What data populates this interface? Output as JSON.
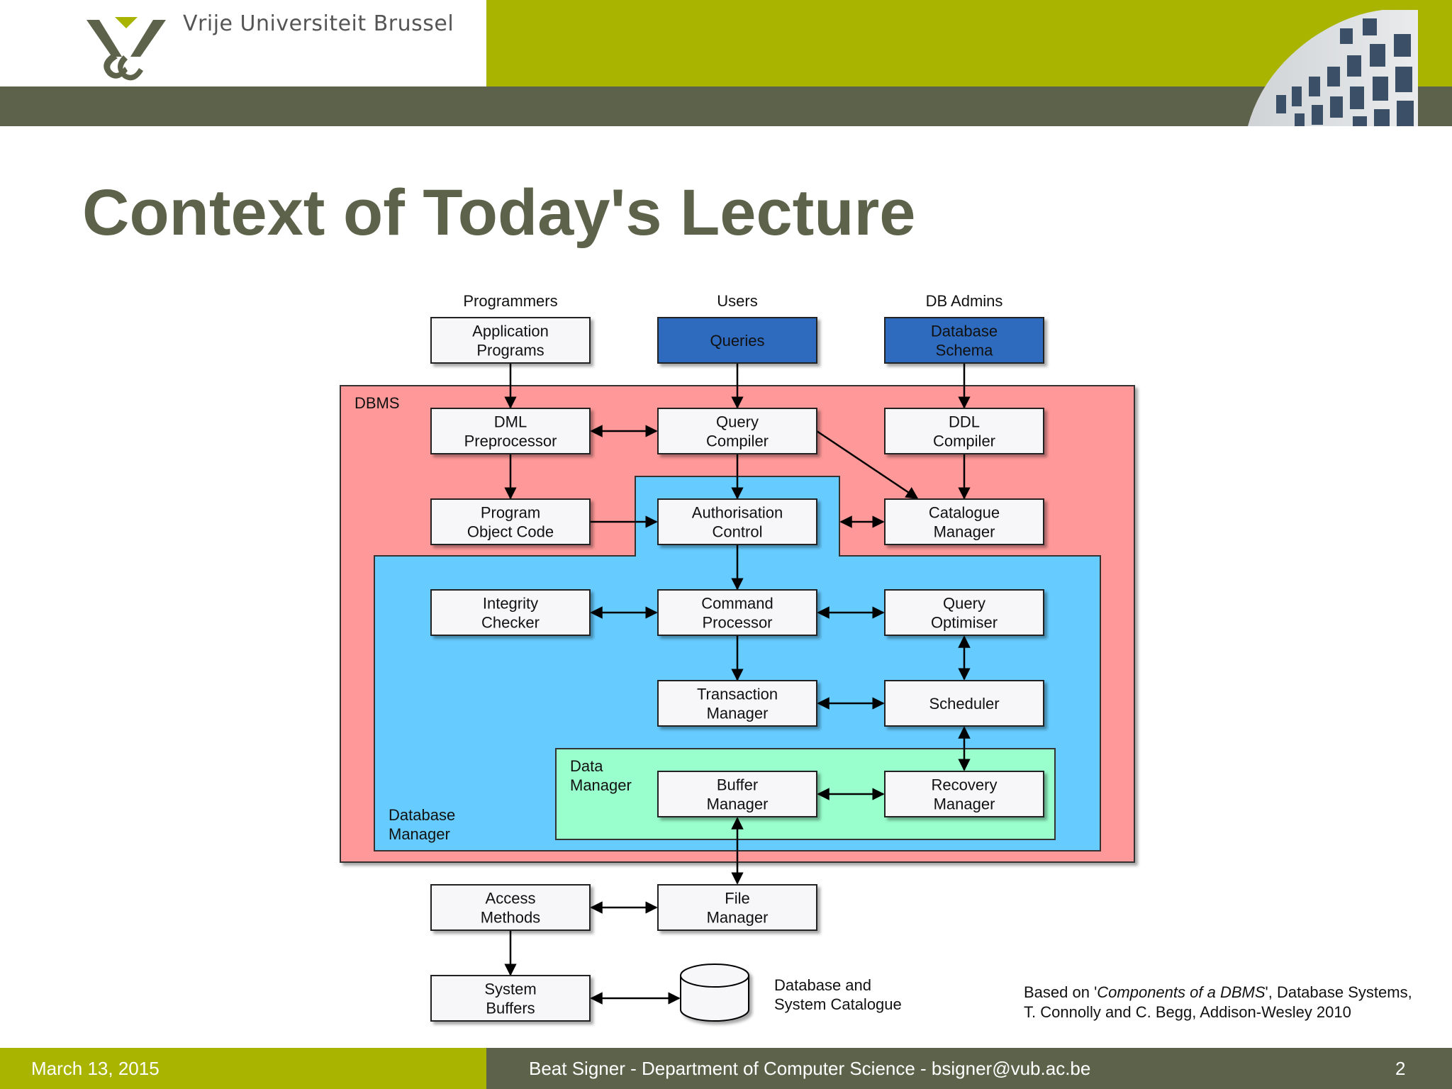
{
  "header": {
    "university": "Vrije Universiteit Brussel"
  },
  "title": "Context of Today's Lecture",
  "diagram": {
    "top_labels": {
      "programmers": "Programmers",
      "users": "Users",
      "db_admins": "DB Admins"
    },
    "region_labels": {
      "dbms": "DBMS",
      "database_manager": [
        "Database",
        "Manager"
      ],
      "data_manager": [
        "Data",
        "Manager"
      ]
    },
    "boxes": {
      "application_programs": [
        "Application",
        "Programs"
      ],
      "queries": [
        "Queries"
      ],
      "database_schema": [
        "Database",
        "Schema"
      ],
      "dml_preprocessor": [
        "DML",
        "Preprocessor"
      ],
      "query_compiler": [
        "Query",
        "Compiler"
      ],
      "ddl_compiler": [
        "DDL",
        "Compiler"
      ],
      "program_object_code": [
        "Program",
        "Object Code"
      ],
      "authorisation_control": [
        "Authorisation",
        "Control"
      ],
      "catalogue_manager": [
        "Catalogue",
        "Manager"
      ],
      "integrity_checker": [
        "Integrity",
        "Checker"
      ],
      "command_processor": [
        "Command",
        "Processor"
      ],
      "query_optimiser": [
        "Query",
        "Optimiser"
      ],
      "transaction_manager": [
        "Transaction",
        "Manager"
      ],
      "scheduler": [
        "Scheduler"
      ],
      "buffer_manager": [
        "Buffer",
        "Manager"
      ],
      "recovery_manager": [
        "Recovery",
        "Manager"
      ],
      "access_methods": [
        "Access",
        "Methods"
      ],
      "file_manager": [
        "File",
        "Manager"
      ],
      "system_buffers": [
        "System",
        "Buffers"
      ]
    },
    "database_label": [
      "Database and",
      "System Catalogue"
    ],
    "colors": {
      "dbms_region": "#ff9999",
      "database_manager_region": "#66ccff",
      "data_manager_region": "#99ffcc",
      "highlight_box": "#2e6bbd",
      "plain_box": "#f7f6f8"
    }
  },
  "credit": {
    "prefix": "Based on '",
    "italic": "Components of a DBMS",
    "suffix": "', Database Systems,",
    "line2": "T. Connolly and C. Begg, Addison-Wesley 2010"
  },
  "footer": {
    "date": "March 13, 2015",
    "center": "Beat Signer - Department of Computer Science - bsigner@vub.ac.be",
    "page": "2"
  }
}
